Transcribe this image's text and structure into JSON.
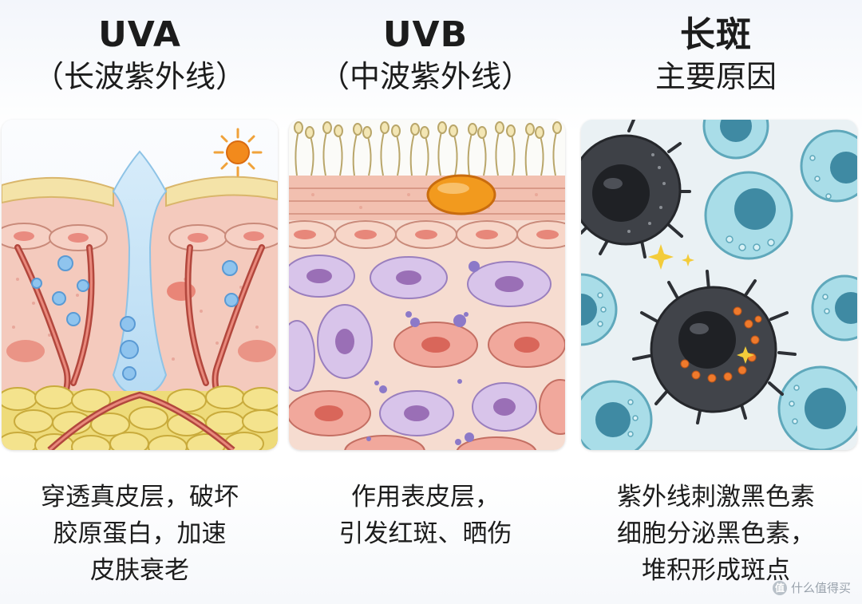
{
  "columns": [
    {
      "title": "UVA",
      "subtitle": "（长波紫外线）",
      "description": [
        "穿透真皮层，破坏",
        "胶原蛋白，加速",
        "皮肤衰老"
      ]
    },
    {
      "title": "UVB",
      "subtitle": "（中波紫外线）",
      "description": [
        "作用表皮层，",
        "引发红斑、晒伤"
      ]
    },
    {
      "title": "长斑",
      "subtitle": "主要原因",
      "description": [
        "紫外线刺激黑色素",
        "细胞分泌黑色素，",
        "堆积形成斑点"
      ]
    }
  ],
  "watermark": "什么值得买",
  "icons": {
    "sun": "sun-icon",
    "sparkle": "sparkle-icon",
    "watermark": "watermark-logo-icon"
  },
  "colors": {
    "skin_pink": "#f6d2c8",
    "cell_purple": "#c9b3e0",
    "cell_red": "#ef9a8e",
    "fat_yellow": "#f2dd6f",
    "melanocyte_dark": "#3a3d42",
    "keratinocyte_teal": "#8fd0df",
    "sun_orange": "#f28a1c"
  }
}
